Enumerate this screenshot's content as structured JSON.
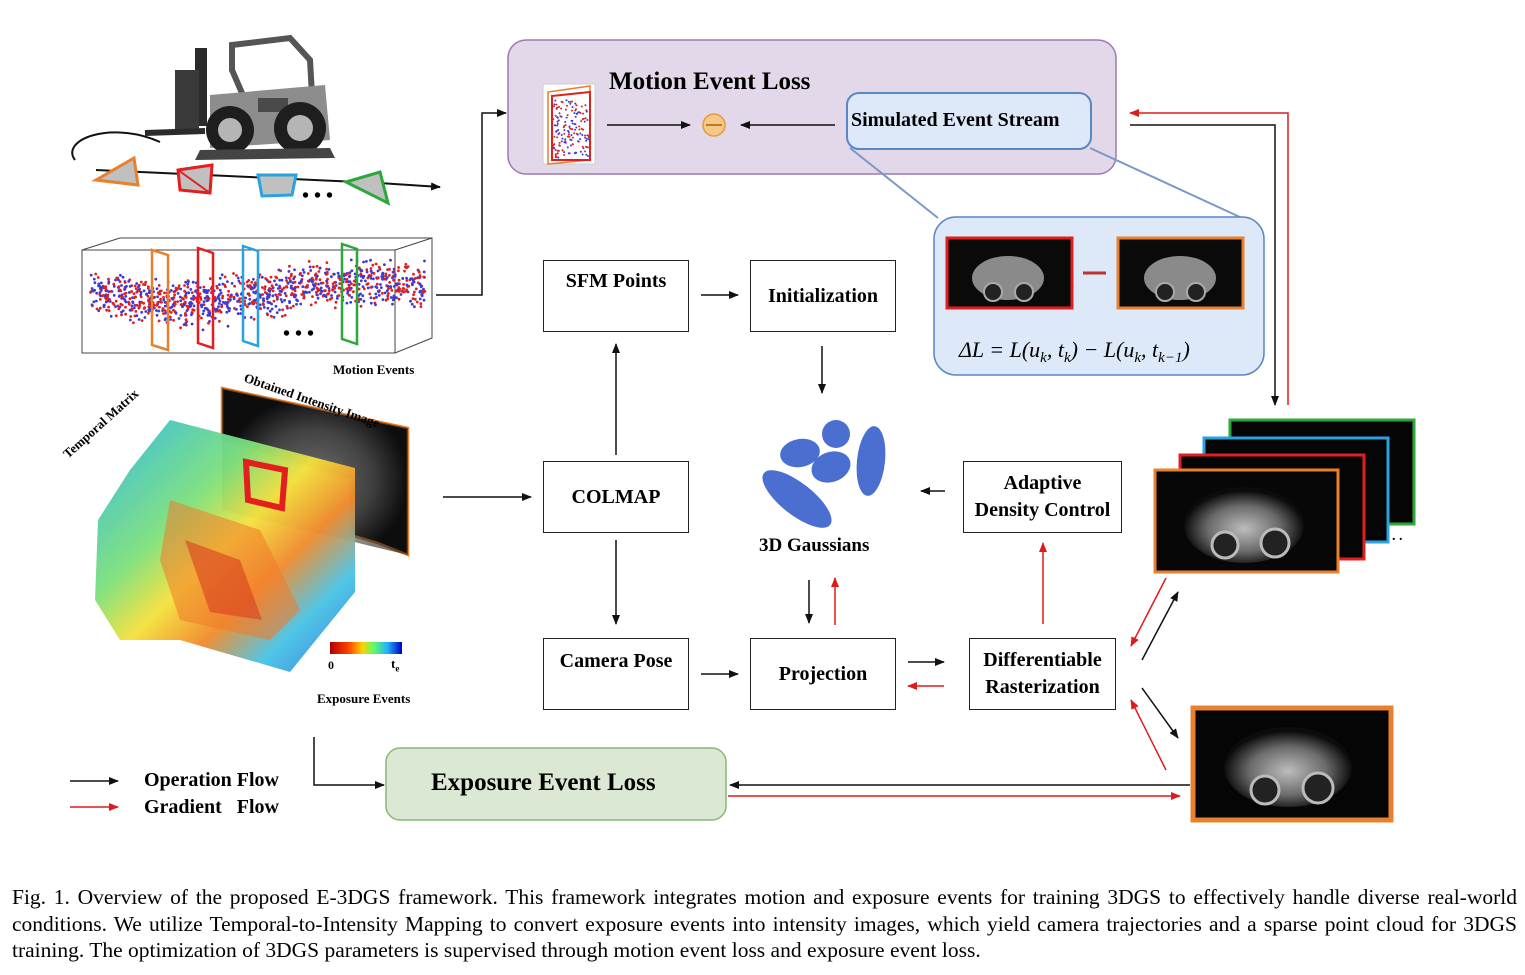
{
  "diagram": {
    "motion_event_loss": "Motion Event Loss",
    "simulated_event_stream": "Simulated Event Stream",
    "sfm_points": "SFM Points",
    "initialization": "Initialization",
    "colmap": "COLMAP",
    "camera_pose": "Camera Pose",
    "projection": "Projection",
    "gaussians": "3D Gaussians",
    "adaptive_density_line1": "Adaptive",
    "adaptive_density_line2": "Density Control",
    "diff_raster_line1": "Differentiable",
    "diff_raster_line2": "Rasterization",
    "exposure_event_loss": "Exposure Event Loss",
    "motion_events": "Motion Events",
    "exposure_events": "Exposure Events",
    "temporal_matrix": "Temporal Matrix",
    "obtained_intensity_image": "Obtained Intensity Image",
    "colorbar_min": "0",
    "colorbar_max": "t",
    "colorbar_max_sub": "e",
    "ellipsis": "• • •",
    "legend": {
      "operation": "Operation Flow",
      "gradient_word1": "Gradient",
      "gradient_word2": "Flow"
    },
    "colors": {
      "operation_arrow": "#111111",
      "gradient_arrow": "#e01b1b",
      "motion_loss_bg": "#e3d7ea",
      "motion_loss_border": "#9b7bb0",
      "sim_stream_bg": "#dde9f8",
      "sim_stream_border": "#5a86c4",
      "exposure_loss_bg": "#dbe9d4",
      "exposure_loss_border": "#86b873",
      "gaussian_blue": "#4a6fd0",
      "frame_orange": "#e8802d",
      "frame_red": "#e31e1e",
      "frame_blue": "#29a3e0",
      "frame_green": "#2aa83a"
    }
  },
  "caption": "Fig. 1.   Overview of the proposed E-3DGS framework. This framework integrates motion and exposure events for training 3DGS to effectively handle diverse real-world conditions. We utilize Temporal-to-Intensity Mapping to convert exposure events into intensity images, which yield camera trajectories and a sparse point cloud for 3DGS training. The optimization of 3DGS parameters is supervised through motion event loss and exposure event loss."
}
